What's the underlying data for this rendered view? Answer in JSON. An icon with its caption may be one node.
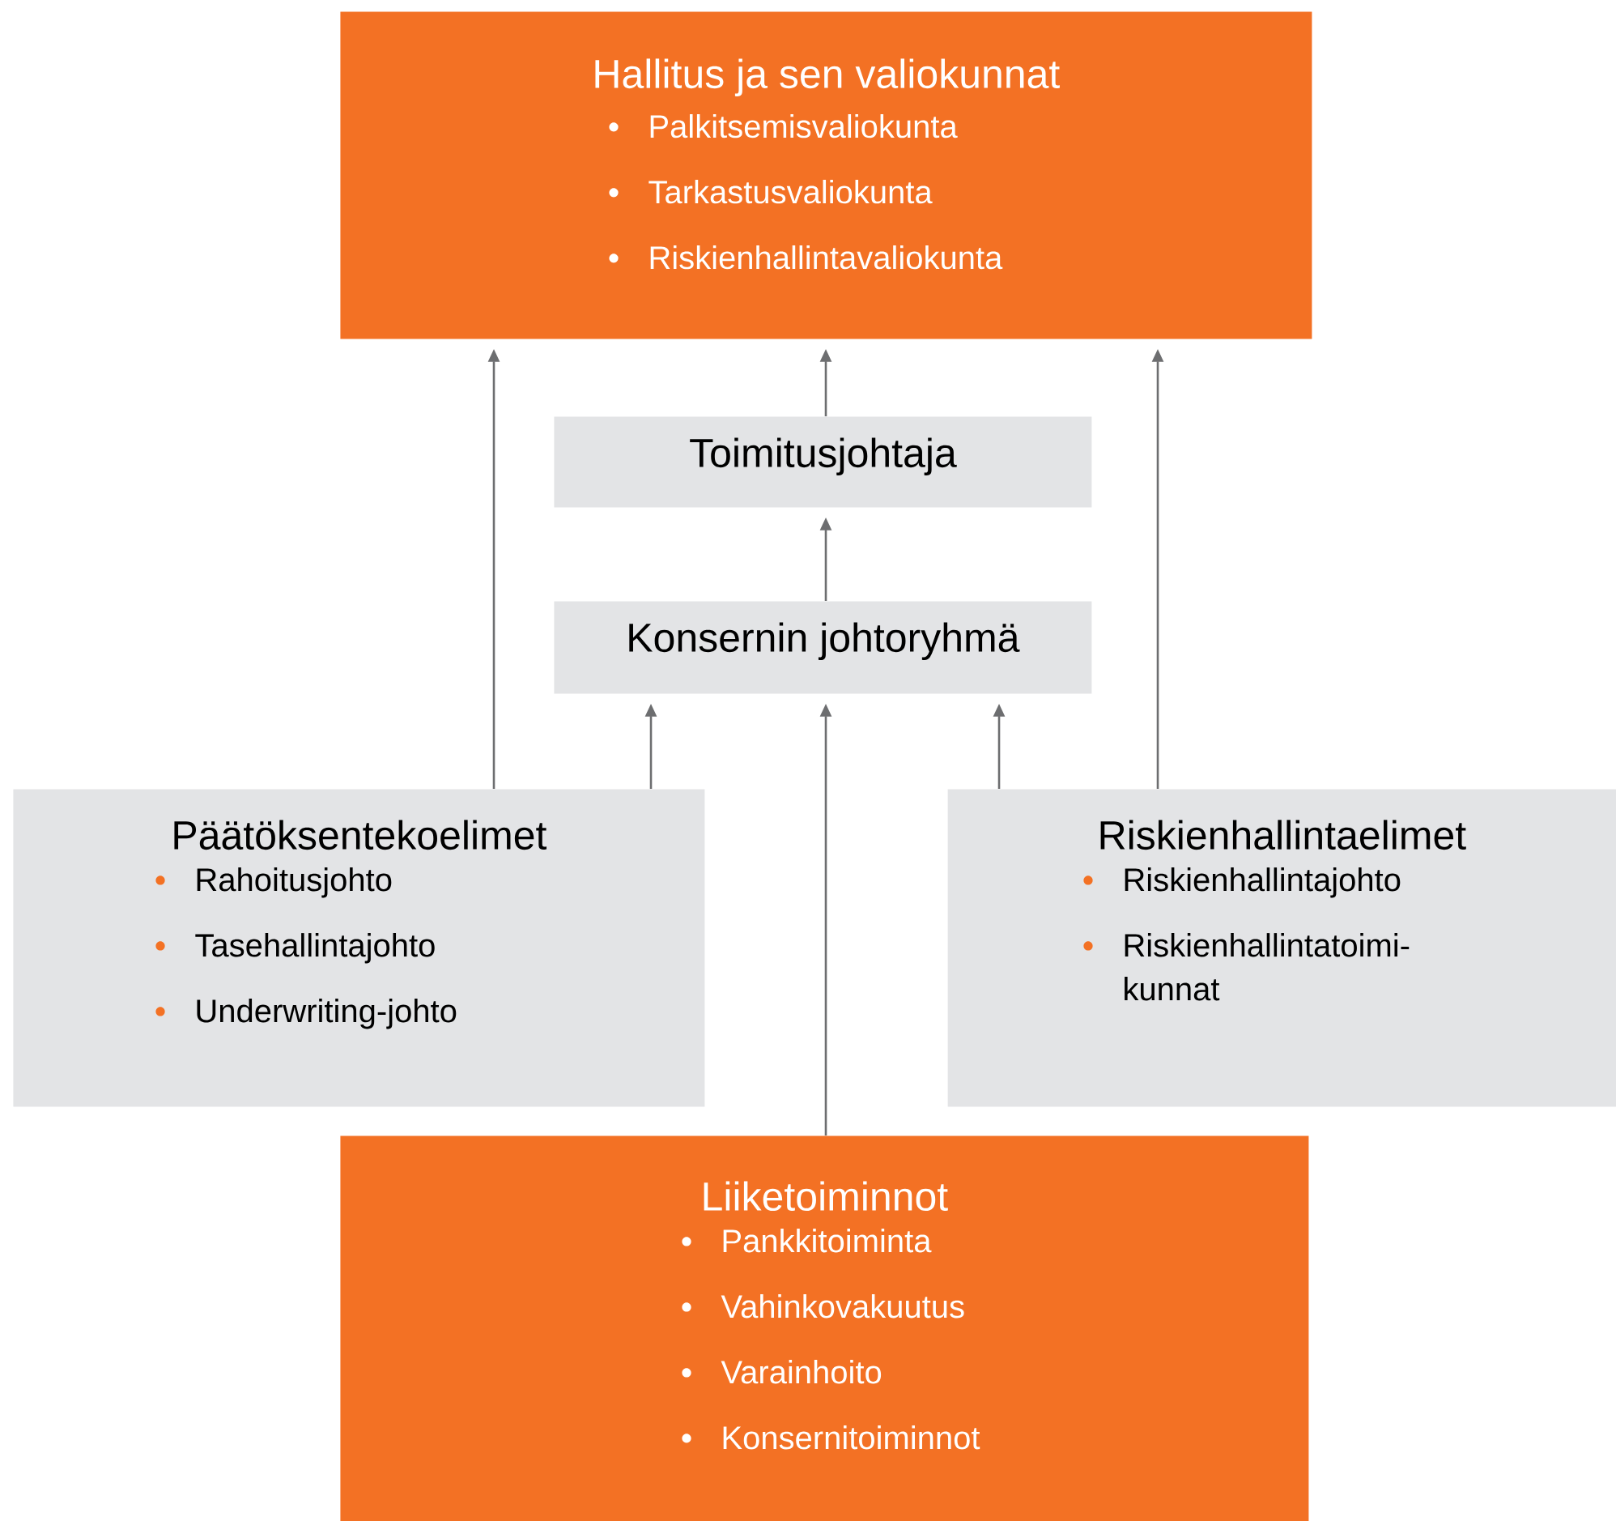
{
  "diagram": {
    "nodes": [
      {
        "text": [
          "Hallitus ja sen valiokunnat",
          "Palkitsemisvaliokunta",
          "Tarkastusvaliokunta",
          "Riskienhallintavaliokunta"
        ]
      },
      {
        "text": [
          "Toimitusjohtaja"
        ]
      },
      {
        "text": [
          "Konsernin johtoryhmä"
        ]
      },
      {
        "text": [
          "Päätöksentekoelimet",
          "Rahoitusjohto",
          "Tasehallintajohto",
          "Underwriting-johto"
        ]
      },
      {
        "text": [
          "Riskienhallintaelimet",
          "Riskienhallintajohto",
          "Riskienhallintatoimi- kunnat"
        ]
      },
      {
        "text": [
          "Liiketoiminnot",
          "Pankkitoiminta",
          "Vahinkovakuutus",
          "Varainhoito",
          "Konsernitoiminnot"
        ]
      }
    ],
    "edges": [
      {
        "from": 3,
        "to": 0,
        "arrow": "to"
      },
      {
        "from": 3,
        "to": 2,
        "arrow": "to"
      },
      {
        "from": 1,
        "to": 0,
        "arrow": "to"
      },
      {
        "from": 2,
        "to": 1,
        "arrow": "to"
      },
      {
        "from": 5,
        "to": 2,
        "arrow": "to"
      },
      {
        "from": 4,
        "to": 2,
        "arrow": "to"
      },
      {
        "from": 4,
        "to": 0,
        "arrow": "to"
      }
    ]
  }
}
